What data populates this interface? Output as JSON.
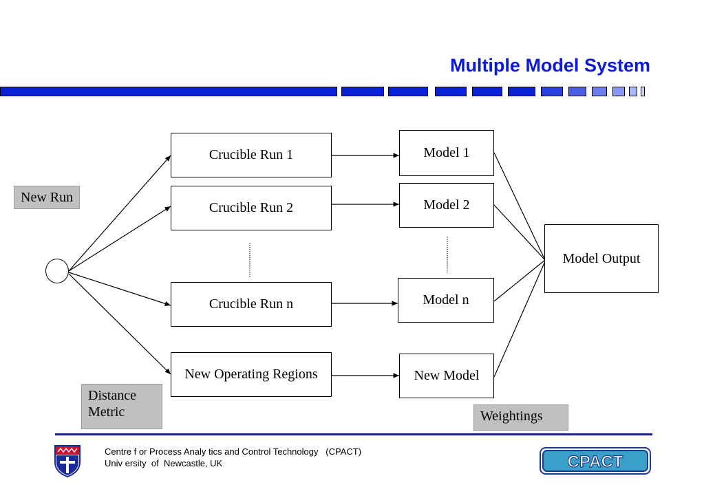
{
  "slide": {
    "title": "Multiple Model System"
  },
  "diagram": {
    "new_run_label": "New Run",
    "distance_metric_label": "Distance\nMetric",
    "weightings_label": "Weightings",
    "crucible_runs": [
      "Crucible Run 1",
      "Crucible Run 2",
      "Crucible Run n"
    ],
    "new_operating_regions": "New Operating Regions",
    "models": [
      "Model 1",
      "Model 2",
      "Model n"
    ],
    "new_model": "New Model",
    "model_output": "Model Output"
  },
  "footer": {
    "line1": "Centre f or Process Analy tics and Control Technology   (CPACT)",
    "line2": "Univ ersity  of  Newcastle, UK",
    "logo_text": "CPACT",
    "crest_icon": "university-crest-icon",
    "accent_color": "#1a1aa0"
  },
  "colors": {
    "title": "#0a1adc",
    "bar": "#0a22d6",
    "label_bg": "#c0c0c0"
  }
}
